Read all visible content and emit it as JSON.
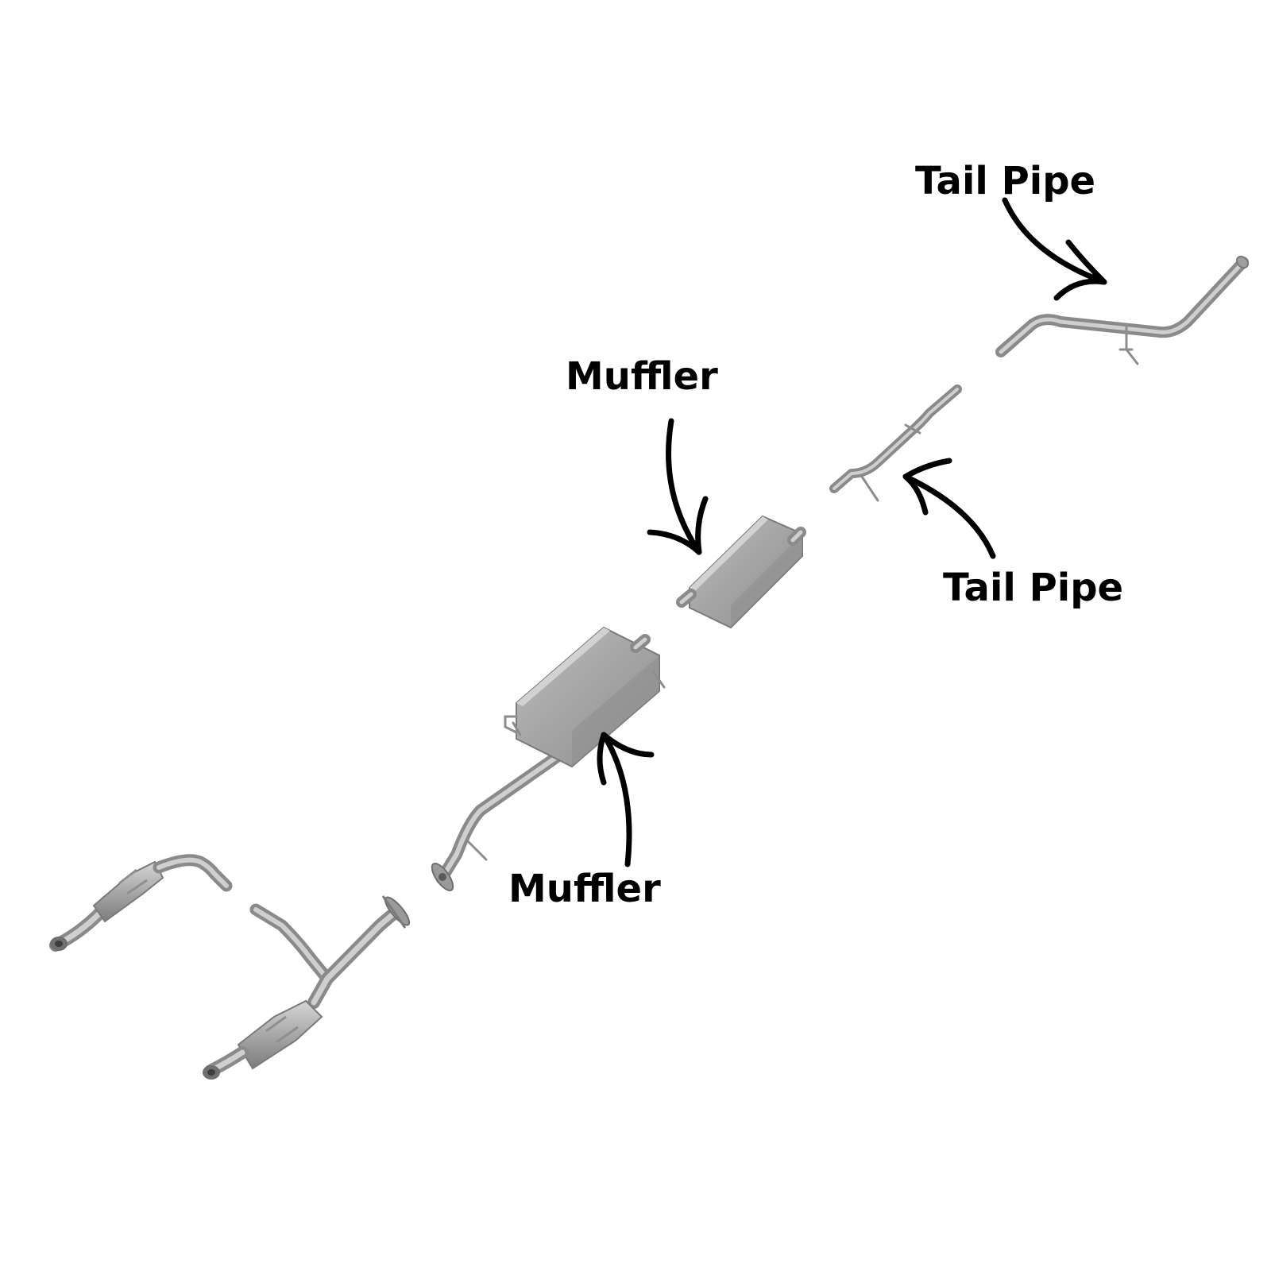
{
  "labels": {
    "tail_pipe_top": "Tail Pipe",
    "muffler_top": "Muffler",
    "tail_pipe_right": "Tail Pipe",
    "muffler_bottom": "Muffler"
  },
  "colors": {
    "pipe_dark": "#8a8a8a",
    "pipe_light": "#c9c9c9",
    "muffler_body": "#a9a9a9",
    "muffler_side": "#8c8c8c",
    "muffler_top": "#cfcfcf",
    "label_text": "#000000",
    "background": "#ffffff"
  }
}
